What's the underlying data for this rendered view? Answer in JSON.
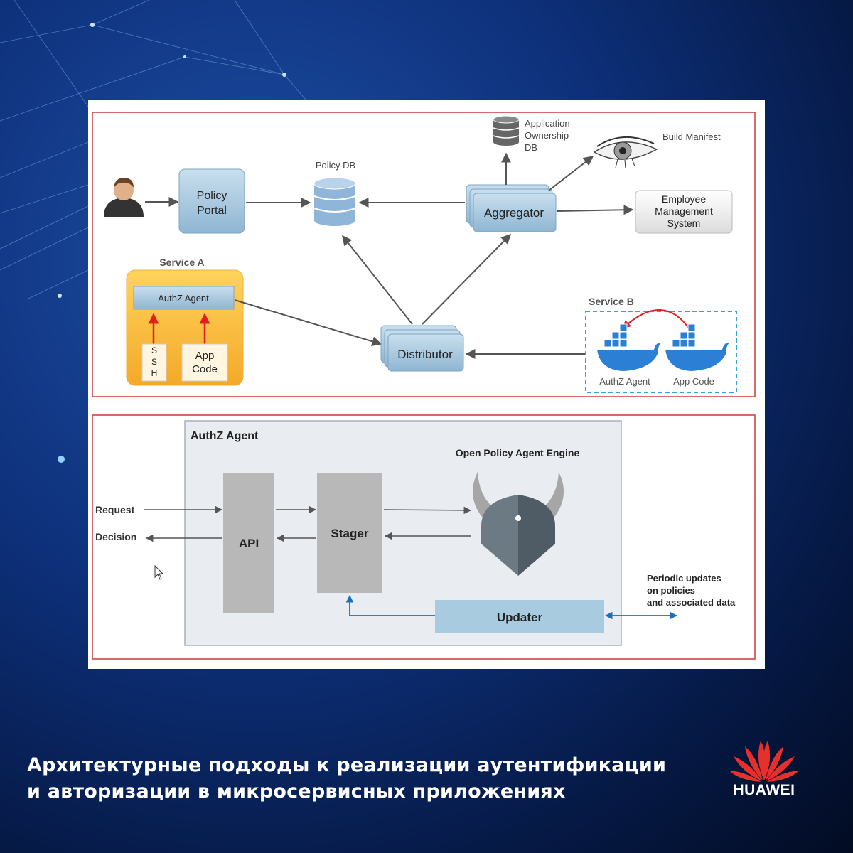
{
  "top_diagram": {
    "policy_portal": [
      "Policy",
      "Portal"
    ],
    "policy_db": "Policy DB",
    "app_ownership_db": [
      "Application",
      "Ownership",
      "DB"
    ],
    "build_manifest": "Build Manifest",
    "aggregator": "Aggregator",
    "employee_mgmt": [
      "Employee",
      "Management",
      "System"
    ],
    "service_a": "Service A",
    "authz_agent_a": "AuthZ Agent",
    "ssh": [
      "S",
      "S",
      "H"
    ],
    "app_code_a": [
      "App",
      "Code"
    ],
    "distributor": "Distributor",
    "service_b": "Service B",
    "authz_agent_b": "AuthZ Agent",
    "app_code_b": "App Code"
  },
  "bottom_diagram": {
    "authz_agent_title": "AuthZ Agent",
    "opa_engine": "Open Policy Agent Engine",
    "request": "Request",
    "decision": "Decision",
    "api": "API",
    "stager": "Stager",
    "updater": "Updater",
    "periodic_updates": [
      "Periodic updates",
      "on policies",
      "and associated data"
    ]
  },
  "caption": [
    "Архитектурные подходы к реализации аутентификации",
    "и авторизации в микросервисных приложениях"
  ],
  "brand": "HUAWEI",
  "colors": {
    "frame_red": "#c83a3a",
    "service_a_orange": "#f7b733",
    "docker_blue": "#2b7fd4",
    "updater_blue": "#a9cbe0",
    "gray_block": "#b8b8b8"
  }
}
